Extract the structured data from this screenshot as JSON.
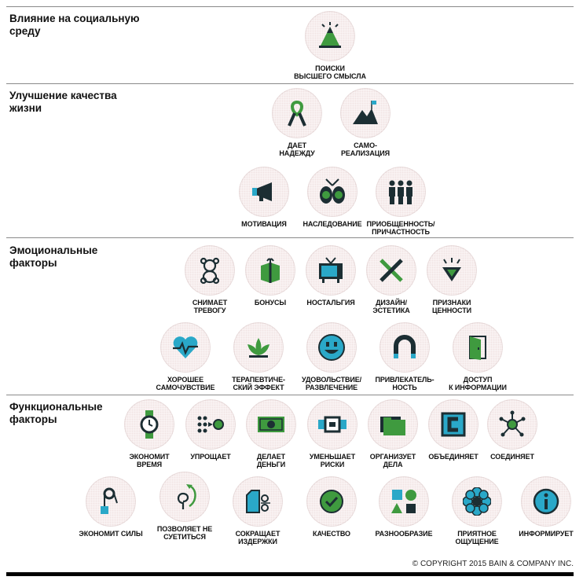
{
  "categories": [
    {
      "title": "Влияние на социальную среду",
      "elements": [
        {
          "label": "ПОИСКИ\nВЫСШЕГО СМЫСЛА",
          "icon": "pyramid-icon"
        }
      ]
    },
    {
      "title": "Улучшение качества жизни",
      "elements": [
        {
          "label": "ДАЕТ\nНАДЕЖДУ",
          "icon": "ribbon-icon"
        },
        {
          "label": "САМО-\nРЕАЛИЗАЦИЯ",
          "icon": "mountain-flag-icon"
        },
        {
          "label": "МОТИВАЦИЯ",
          "icon": "megaphone-icon"
        },
        {
          "label": "НАСЛЕДОВАНИЕ",
          "icon": "heritage-portraits-icon"
        },
        {
          "label": "ПРИОБЩЕННОСТЬ/\nПРИЧАСТНОСТЬ",
          "icon": "group-people-icon"
        }
      ]
    },
    {
      "title": "Эмоциональные факторы",
      "elements": [
        {
          "label": "СНИМАЕТ\nТРЕВОГУ",
          "icon": "teddy-bear-icon"
        },
        {
          "label": "БОНУСЫ",
          "icon": "gift-box-icon"
        },
        {
          "label": "НОСТАЛЬГИЯ",
          "icon": "retro-tv-icon"
        },
        {
          "label": "ДИЗАЙН/\nЭСТЕТИКА",
          "icon": "pencil-brush-icon"
        },
        {
          "label": "ПРИЗНАКИ\nЦЕННОСТИ",
          "icon": "diamond-icon"
        },
        {
          "label": "ХОРОШЕЕ\nСАМОЧУВСТВИЕ",
          "icon": "heart-pulse-icon"
        },
        {
          "label": "ТЕРАПЕВТИЧЕ-\nСКИЙ ЭФФЕКТ",
          "icon": "lotus-icon"
        },
        {
          "label": "УДОВОЛЬСТВИЕ/\nРАЗВЛЕЧЕНИЕ",
          "icon": "smiley-icon"
        },
        {
          "label": "ПРИВЛЕКАТЕЛЬ-\nНОСТЬ",
          "icon": "magnet-icon"
        },
        {
          "label": "ДОСТУП\nК ИНФОРМАЦИИ",
          "icon": "open-door-icon"
        }
      ]
    },
    {
      "title": "Функциональные факторы",
      "elements": [
        {
          "label": "ЭКОНОМИТ\nВРЕМЯ",
          "icon": "wristwatch-icon"
        },
        {
          "label": "УПРОЩАЕТ",
          "icon": "simplify-dots-icon"
        },
        {
          "label": "ДЕЛАЕТ\nДЕНЬГИ",
          "icon": "banknote-icon"
        },
        {
          "label": "УМЕНЬШАЕТ\nРИСКИ",
          "icon": "seatbelt-icon"
        },
        {
          "label": "ОРГАНИЗУЕТ\nДЕЛА",
          "icon": "folders-icon"
        },
        {
          "label": "ОБЪЕДИНЯЕТ",
          "icon": "integration-box-icon"
        },
        {
          "label": "СОЕДИНЯЕТ",
          "icon": "network-hub-icon"
        },
        {
          "label": "ЭКОНОМИТ СИЛЫ",
          "icon": "pulley-icon"
        },
        {
          "label": "ПОЗВОЛЯЕТ НЕ\nСУЕТИТЬСЯ",
          "icon": "coiled-arrow-icon"
        },
        {
          "label": "СОКРАЩАЕТ\nИЗДЕРЖКИ",
          "icon": "price-tag-scissors-icon"
        },
        {
          "label": "КАЧЕСТВО",
          "icon": "check-badge-icon"
        },
        {
          "label": "РАЗНООБРАЗИЕ",
          "icon": "shapes-icon"
        },
        {
          "label": "ПРИЯТНОЕ\nОЩУЩЕНИЕ",
          "icon": "flower-icon"
        },
        {
          "label": "ИНФОРМИРУЕТ",
          "icon": "info-icon"
        }
      ]
    }
  ],
  "copyright": "© COPYRIGHT 2015 BAIN & COMPANY INC.",
  "colors": {
    "green": "#3f9a3f",
    "dark": "#1c2e33",
    "teal": "#2aa8c8",
    "badge": "#f6eeee"
  }
}
